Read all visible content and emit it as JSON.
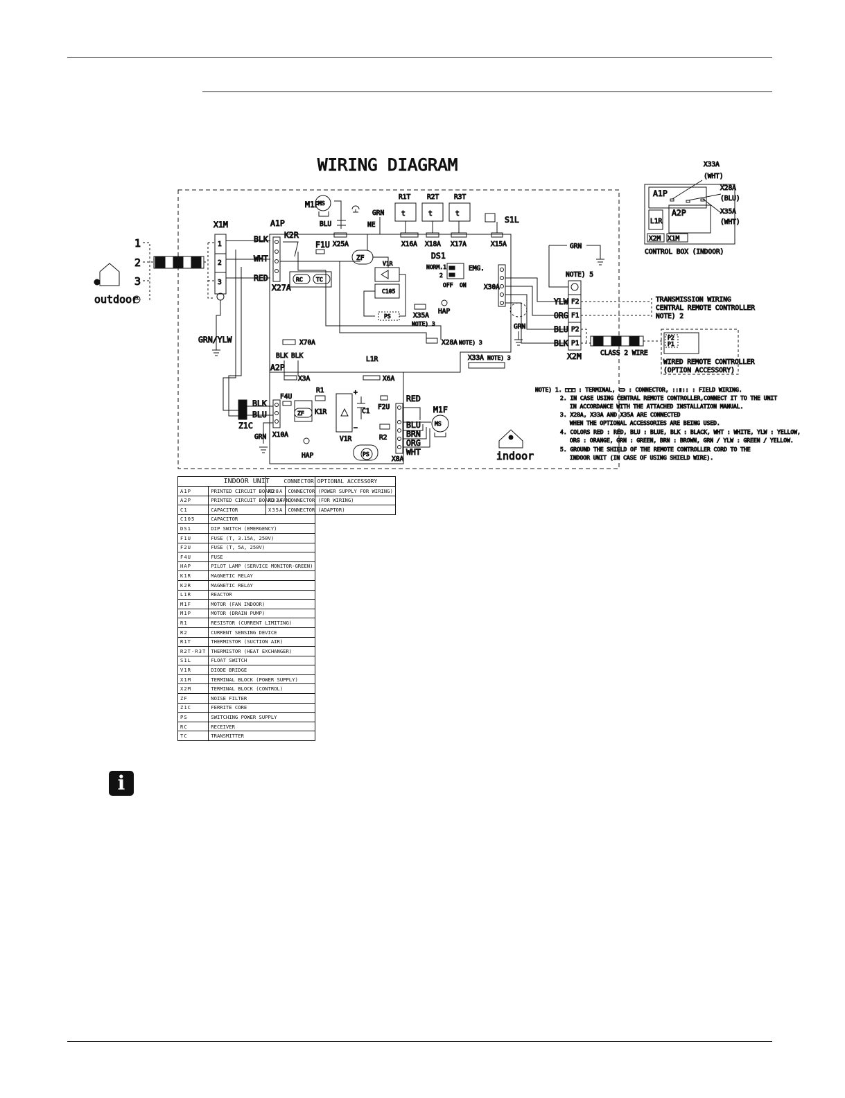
{
  "diagram": {
    "title": "WIRING DIAGRAM",
    "outdoor": {
      "label": "outdoor",
      "terminals": [
        "1",
        "2",
        "3"
      ],
      "ground_label": "GRN/YLW"
    },
    "x1m": {
      "label": "X1M",
      "wires": [
        "BLK",
        "WHT",
        "RED"
      ],
      "terminals": [
        "1",
        "2",
        "3"
      ]
    },
    "a1p": {
      "label": "A1P",
      "components": {
        "k2r": "K2R",
        "f1u": "F1U",
        "x25a": "X25A",
        "x27a": "X27A",
        "zf": "ZF",
        "v1r": "V1R",
        "c105": "C105",
        "ps": "PS",
        "rc": "RC",
        "tc": "TC",
        "ds1": "DS1",
        "norm1": "NORM.1",
        "two": "2",
        "emg": "EMG.",
        "off": "OFF",
        "on": "ON",
        "hap": "HAP",
        "x35a": "X35A",
        "note3": "NOTE) 3",
        "x16a": "X16A",
        "x18a": "X18A",
        "x17a": "X17A",
        "x15a": "X15A",
        "x30a": "X30A",
        "x28a": "X28A",
        "note3b": "NOTE) 3",
        "x70a": "X70A",
        "x33a": "X33A",
        "note3c": "NOTE) 3",
        "m1p": "M1P",
        "ms": "MS",
        "blu": "BLU",
        "grn": "GRN",
        "ne": "NE",
        "r1t": "R1T",
        "r2t": "R2T",
        "r3t": "R3T",
        "t": "t",
        "s1l": "S1L"
      }
    },
    "a2p": {
      "label": "A2P",
      "components": {
        "blk1": "BLK",
        "blk2": "BLK",
        "x3a": "X3A",
        "l1r": "L1R",
        "x6a": "X6A",
        "f4u": "F4U",
        "r1": "R1",
        "k1r": "K1R",
        "zf": "ZF",
        "x10a": "X10A",
        "hap": "HAP",
        "c1": "C1",
        "f2u": "F2U",
        "v1r": "V1R",
        "r2": "R2",
        "ps": "PS",
        "x8a": "X8A",
        "m1f": "M1F",
        "ms": "MS",
        "plus": "+",
        "minus": "−"
      },
      "wires_in": [
        "BLK",
        "BLU"
      ],
      "z1c": "Z1C",
      "grn": "GRN",
      "motor_wires": [
        "RED",
        "BLU",
        "BRN",
        "ORG",
        "WHT"
      ]
    },
    "x2m": {
      "label": "X2M",
      "terminals": [
        "F2",
        "F1",
        "P2",
        "P1"
      ],
      "wires": [
        "YLW",
        "ORG",
        "BLU",
        "BLK"
      ],
      "grn": "GRN",
      "grn2": "GRN",
      "note5": "NOTE) 5",
      "transmission": [
        "TRANSMISSION WIRING",
        "CENTRAL REMOTE CONTROLLER",
        "NOTE) 2"
      ],
      "class2": "CLASS 2 WIRE",
      "remote": [
        "WIRED REMOTE CONTROLLER",
        "(OPTION ACCESSORY)"
      ],
      "p2": "P2",
      "p1": "P1"
    },
    "indoor_label": "indoor",
    "control_box": {
      "caption": "CONTROL BOX (INDOOR)",
      "a1p": "A1P",
      "a2p": "A2P",
      "l1r": "L1R",
      "x2m": "X2M",
      "x1m": "X1M",
      "x33a": "X33A",
      "x33a_color": "(WHT)",
      "x28a": "X28A",
      "x28a_color": "(BLU)",
      "x35a": "X35A",
      "x35a_color": "(WHT)"
    },
    "notes": [
      "NOTE) 1.  □□□ : TERMINAL,  ⊂⊃ : CONNECTOR,  ::▮:: : FIELD WIRING.",
      "2.  IN CASE USING CENTRAL REMOTE CONTROLLER,CONNECT IT TO THE UNIT",
      "IN ACCORDANCE WITH THE ATTACHED INSTALLATION MANUAL.",
      "3.  X28A, X33A AND X35A ARE CONNECTED",
      "WHEN THE OPTIONAL ACCESSORIES ARE BEING USED.",
      "4.  COLORS  RED : RED, BLU : BLUE, BLK : BLACK, WHT : WHITE, YLW : YELLOW,",
      "ORG : ORANGE, GRN : GREEN, BRN : BROWN, GRN / YLW : GREEN / YELLOW.",
      "5.  GROUND THE SHIELD OF THE REMOTE CONTROLLER CORD TO THE",
      "INDOOR UNIT (IN CASE OF USING SHIELD WIRE)."
    ]
  },
  "legend_indoor": {
    "header": "INDOOR UNIT",
    "rows": [
      {
        "code": "A1P",
        "desc": "PRINTED CIRCUIT BOARD"
      },
      {
        "code": "A2P",
        "desc": "PRINTED CIRCUIT BOARD (FAN)"
      },
      {
        "code": "C1",
        "desc": "CAPACITOR"
      },
      {
        "code": "C105",
        "desc": "CAPACITOR"
      },
      {
        "code": "DS1",
        "desc": "DIP SWITCH (EMERGENCY)"
      },
      {
        "code": "F1U",
        "desc": "FUSE (T, 3.15A, 250V)"
      },
      {
        "code": "F2U",
        "desc": "FUSE (T, 5A, 250V)"
      },
      {
        "code": "F4U",
        "desc": "FUSE"
      },
      {
        "code": "HAP",
        "desc": "PILOT LAMP (SERVICE MONITOR-GREEN)"
      },
      {
        "code": "K1R",
        "desc": "MAGNETIC RELAY"
      },
      {
        "code": "K2R",
        "desc": "MAGNETIC RELAY"
      },
      {
        "code": "L1R",
        "desc": "REACTOR"
      },
      {
        "code": "M1F",
        "desc": "MOTOR (FAN INDOOR)"
      },
      {
        "code": "M1P",
        "desc": "MOTOR (DRAIN PUMP)"
      },
      {
        "code": "R1",
        "desc": "RESISTOR (CURRENT LIMITING)"
      },
      {
        "code": "R2",
        "desc": "CURRENT SENSING DEVICE"
      },
      {
        "code": "R1T",
        "desc": "THERMISTOR (SUCTION AIR)"
      },
      {
        "code": "R2T-R3T",
        "desc": "THERMISTOR (HEAT EXCHANGER)"
      },
      {
        "code": "S1L",
        "desc": "FLOAT SWITCH"
      },
      {
        "code": "V1R",
        "desc": "DIODE BRIDGE"
      },
      {
        "code": "X1M",
        "desc": "TERMINAL BLOCK (POWER SUPPLY)"
      },
      {
        "code": "X2M",
        "desc": "TERMINAL BLOCK (CONTROL)"
      },
      {
        "code": "ZF",
        "desc": "NOISE FILTER"
      },
      {
        "code": "Z1C",
        "desc": "FERRITE CORE"
      },
      {
        "code": "PS",
        "desc": "SWITCHING POWER SUPPLY"
      },
      {
        "code": "RC",
        "desc": "RECEIVER"
      },
      {
        "code": "TC",
        "desc": "TRANSMITTER"
      }
    ]
  },
  "legend_accessory": {
    "header": "CONNECTOR OPTIONAL ACCESSORY",
    "rows": [
      {
        "code": "X28A",
        "desc": "CONNECTOR (POWER SUPPLY FOR WIRING)"
      },
      {
        "code": "X33A",
        "desc": "CONNECTOR (FOR WIRING)"
      },
      {
        "code": "X35A",
        "desc": "CONNECTOR (ADAPTOR)"
      }
    ]
  },
  "info_icon": {
    "glyph": "i",
    "icon": "info-icon"
  }
}
